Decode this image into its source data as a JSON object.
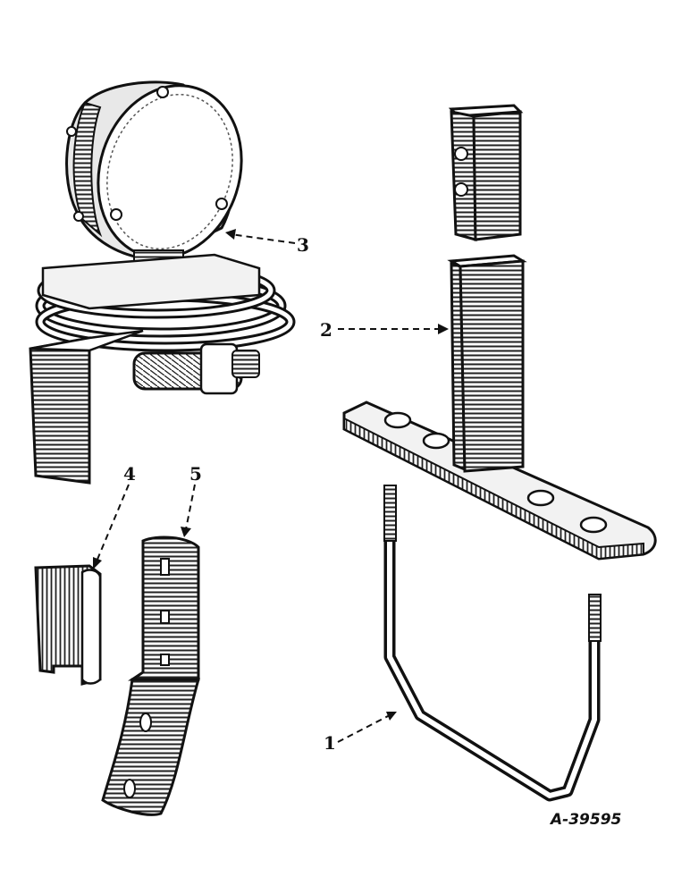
{
  "callouts": [
    {
      "id": "1",
      "label": "1",
      "part": "u-bolt"
    },
    {
      "id": "2",
      "label": "2",
      "part": "mounting-bracket-post"
    },
    {
      "id": "3",
      "label": "3",
      "part": "lamp-assembly"
    },
    {
      "id": "4",
      "label": "4",
      "part": "clip"
    },
    {
      "id": "5",
      "label": "5",
      "part": "angle-bracket"
    }
  ],
  "figure_number": "A-39595"
}
